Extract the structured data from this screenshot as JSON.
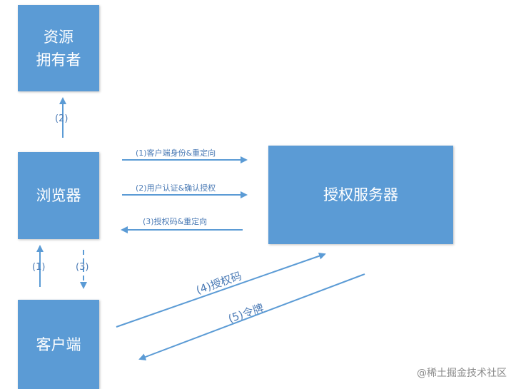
{
  "nodes": {
    "resource_owner": "资源\n拥有者",
    "browser": "浏览器",
    "auth_server": "授权服务器",
    "client": "客户端"
  },
  "edges": {
    "e1": "(1)",
    "e2": "(2)",
    "e3": "(3)",
    "browser_auth_1": "(1)客户端身份&重定向",
    "browser_auth_2": "(2)用户认证&确认授权",
    "auth_browser_3": "(3)授权码&重定向",
    "client_auth_4": "(4)授权码",
    "auth_client_5": "(5)令牌"
  },
  "watermark": "@稀土掘金技术社区",
  "colors": {
    "node": "#5b9bd5",
    "arrow": "#5b9bd5",
    "text": "#4a7ab5"
  }
}
